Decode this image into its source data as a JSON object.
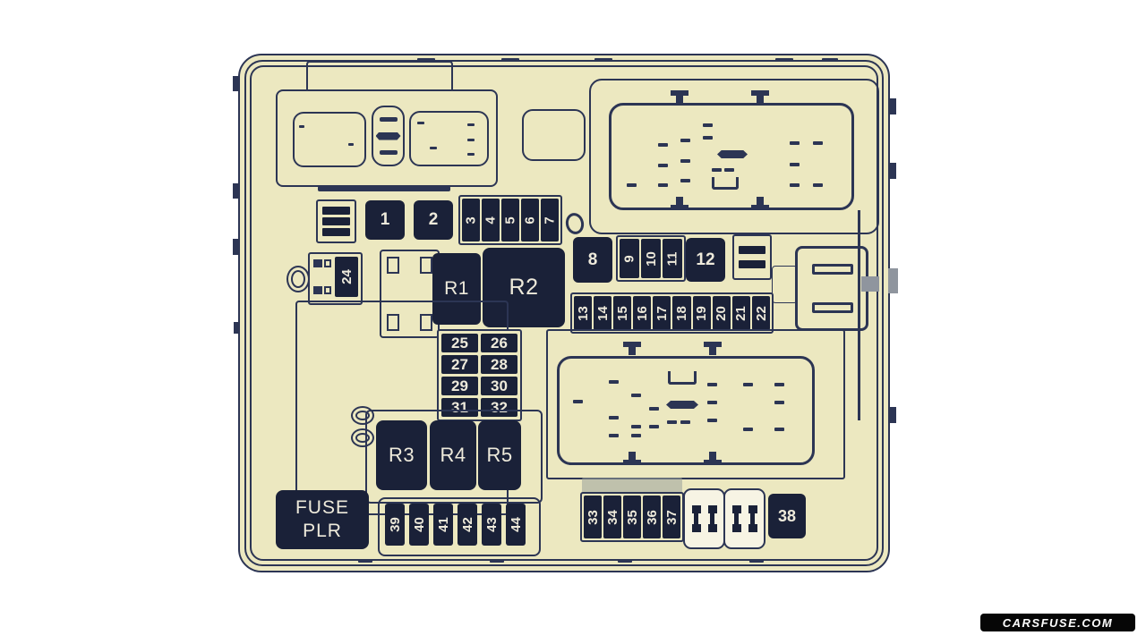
{
  "colors": {
    "cream": "#ece8c0",
    "line": "#2c3554",
    "navy": "#1a2138",
    "text": "#eeeadb",
    "gray_tab": "#8f959e",
    "smudge": "#9aa09b",
    "watermark_bg": "#060606",
    "watermark_text": "#ffffff"
  },
  "fusebox": {
    "fuses": {
      "squares_1_2": [
        "1",
        "2"
      ],
      "strip_3_7": [
        "3",
        "4",
        "5",
        "6",
        "7"
      ],
      "fuse_8": "8",
      "strip_9_11": [
        "9",
        "10",
        "11"
      ],
      "fuse_12": "12",
      "strip_13_22": [
        "13",
        "14",
        "15",
        "16",
        "17",
        "18",
        "19",
        "20",
        "21",
        "22"
      ],
      "fuse_24": "24",
      "grid_25_32": [
        "25",
        "26",
        "27",
        "28",
        "29",
        "30",
        "31",
        "32"
      ],
      "strip_33_37": [
        "33",
        "34",
        "35",
        "36",
        "37"
      ],
      "fuse_38": "38",
      "strip_39_44": [
        "39",
        "40",
        "41",
        "42",
        "43",
        "44"
      ]
    },
    "relays": {
      "r1": "R1",
      "r2": "R2",
      "r3": "R3",
      "r4": "R4",
      "r5": "R5"
    },
    "labels": {
      "fuse_plr_line1": "FUSE",
      "fuse_plr_line2": "PLR"
    }
  },
  "watermark": "CARSFUSE.COM"
}
